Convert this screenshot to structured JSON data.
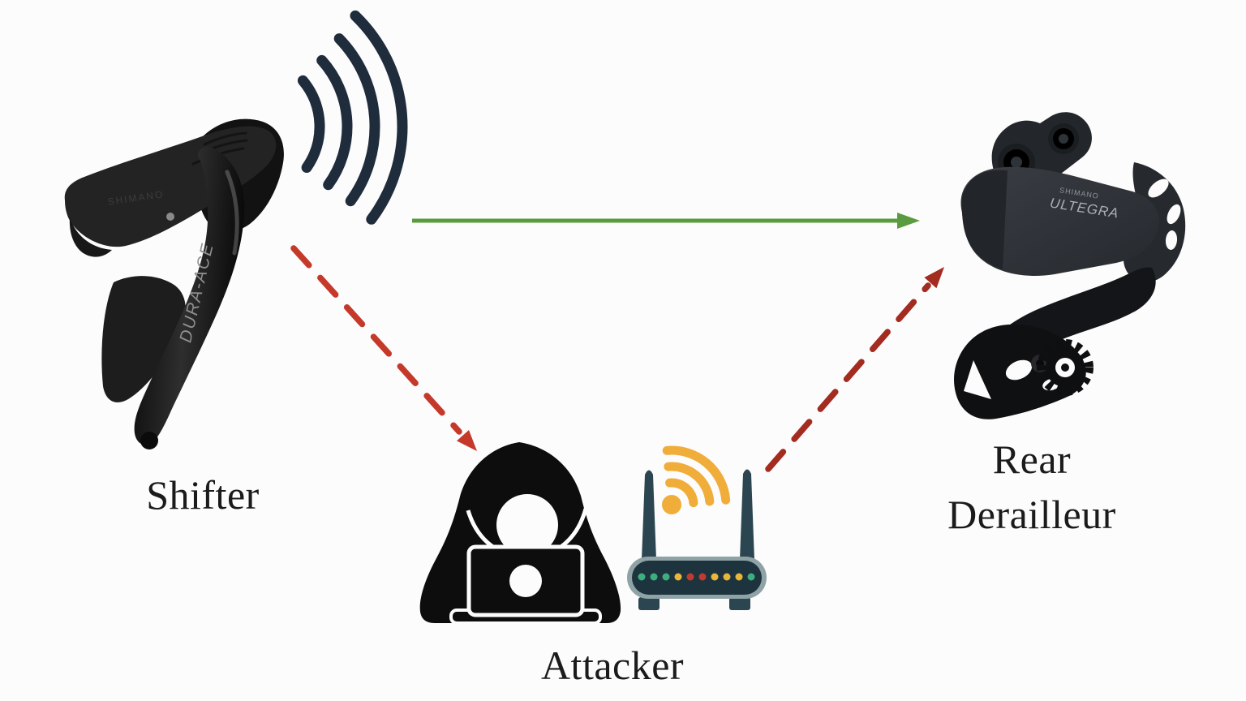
{
  "labels": {
    "shifter": "Shifter",
    "attacker": "Attacker",
    "rear_derailleur": "Rear Derailleur"
  },
  "branding": {
    "shifter_hood": "SHIMANO",
    "shifter_lever": "DURA-ACE",
    "derailleur_top": "SHIMANO",
    "derailleur_model": "ULTEGRA"
  },
  "colors": {
    "background": "#fcfcfc",
    "label_text": "#1b1b1b",
    "signal_arcs": "#1f2c3c",
    "green_arrow": "#5b9b3f",
    "red_arrow_to_attacker": "#c5392b",
    "red_arrow_to_derailleur": "#a32b20",
    "wifi": "#f0ad3a",
    "router_outline": "#8fa3a6",
    "router_body": "#2b4650",
    "router_face": "#1d333d",
    "icon_black": "#0d0d0d"
  },
  "router": {
    "led_colors": [
      "#3fae7e",
      "#3fae7e",
      "#3fae7e",
      "#e8b63a",
      "#c23b33",
      "#c23b33",
      "#e8b63a",
      "#e8b63a",
      "#e8b63a",
      "#3fae7e"
    ]
  },
  "icons": {
    "wireless_signal": "four concentric navy arcs radiating from shifter",
    "wifi": "three orange arcs with a dot, above router",
    "attacker": "black hooded figure behind a laptop",
    "router": "teal wireless router with two antennas and LED strip"
  },
  "arrows": {
    "shifter_to_derailleur": {
      "style": "solid",
      "direction": "right"
    },
    "shifter_to_attacker": {
      "style": "dashed",
      "direction": "down-right"
    },
    "attacker_to_derailleur": {
      "style": "dashed",
      "direction": "up-right"
    }
  }
}
